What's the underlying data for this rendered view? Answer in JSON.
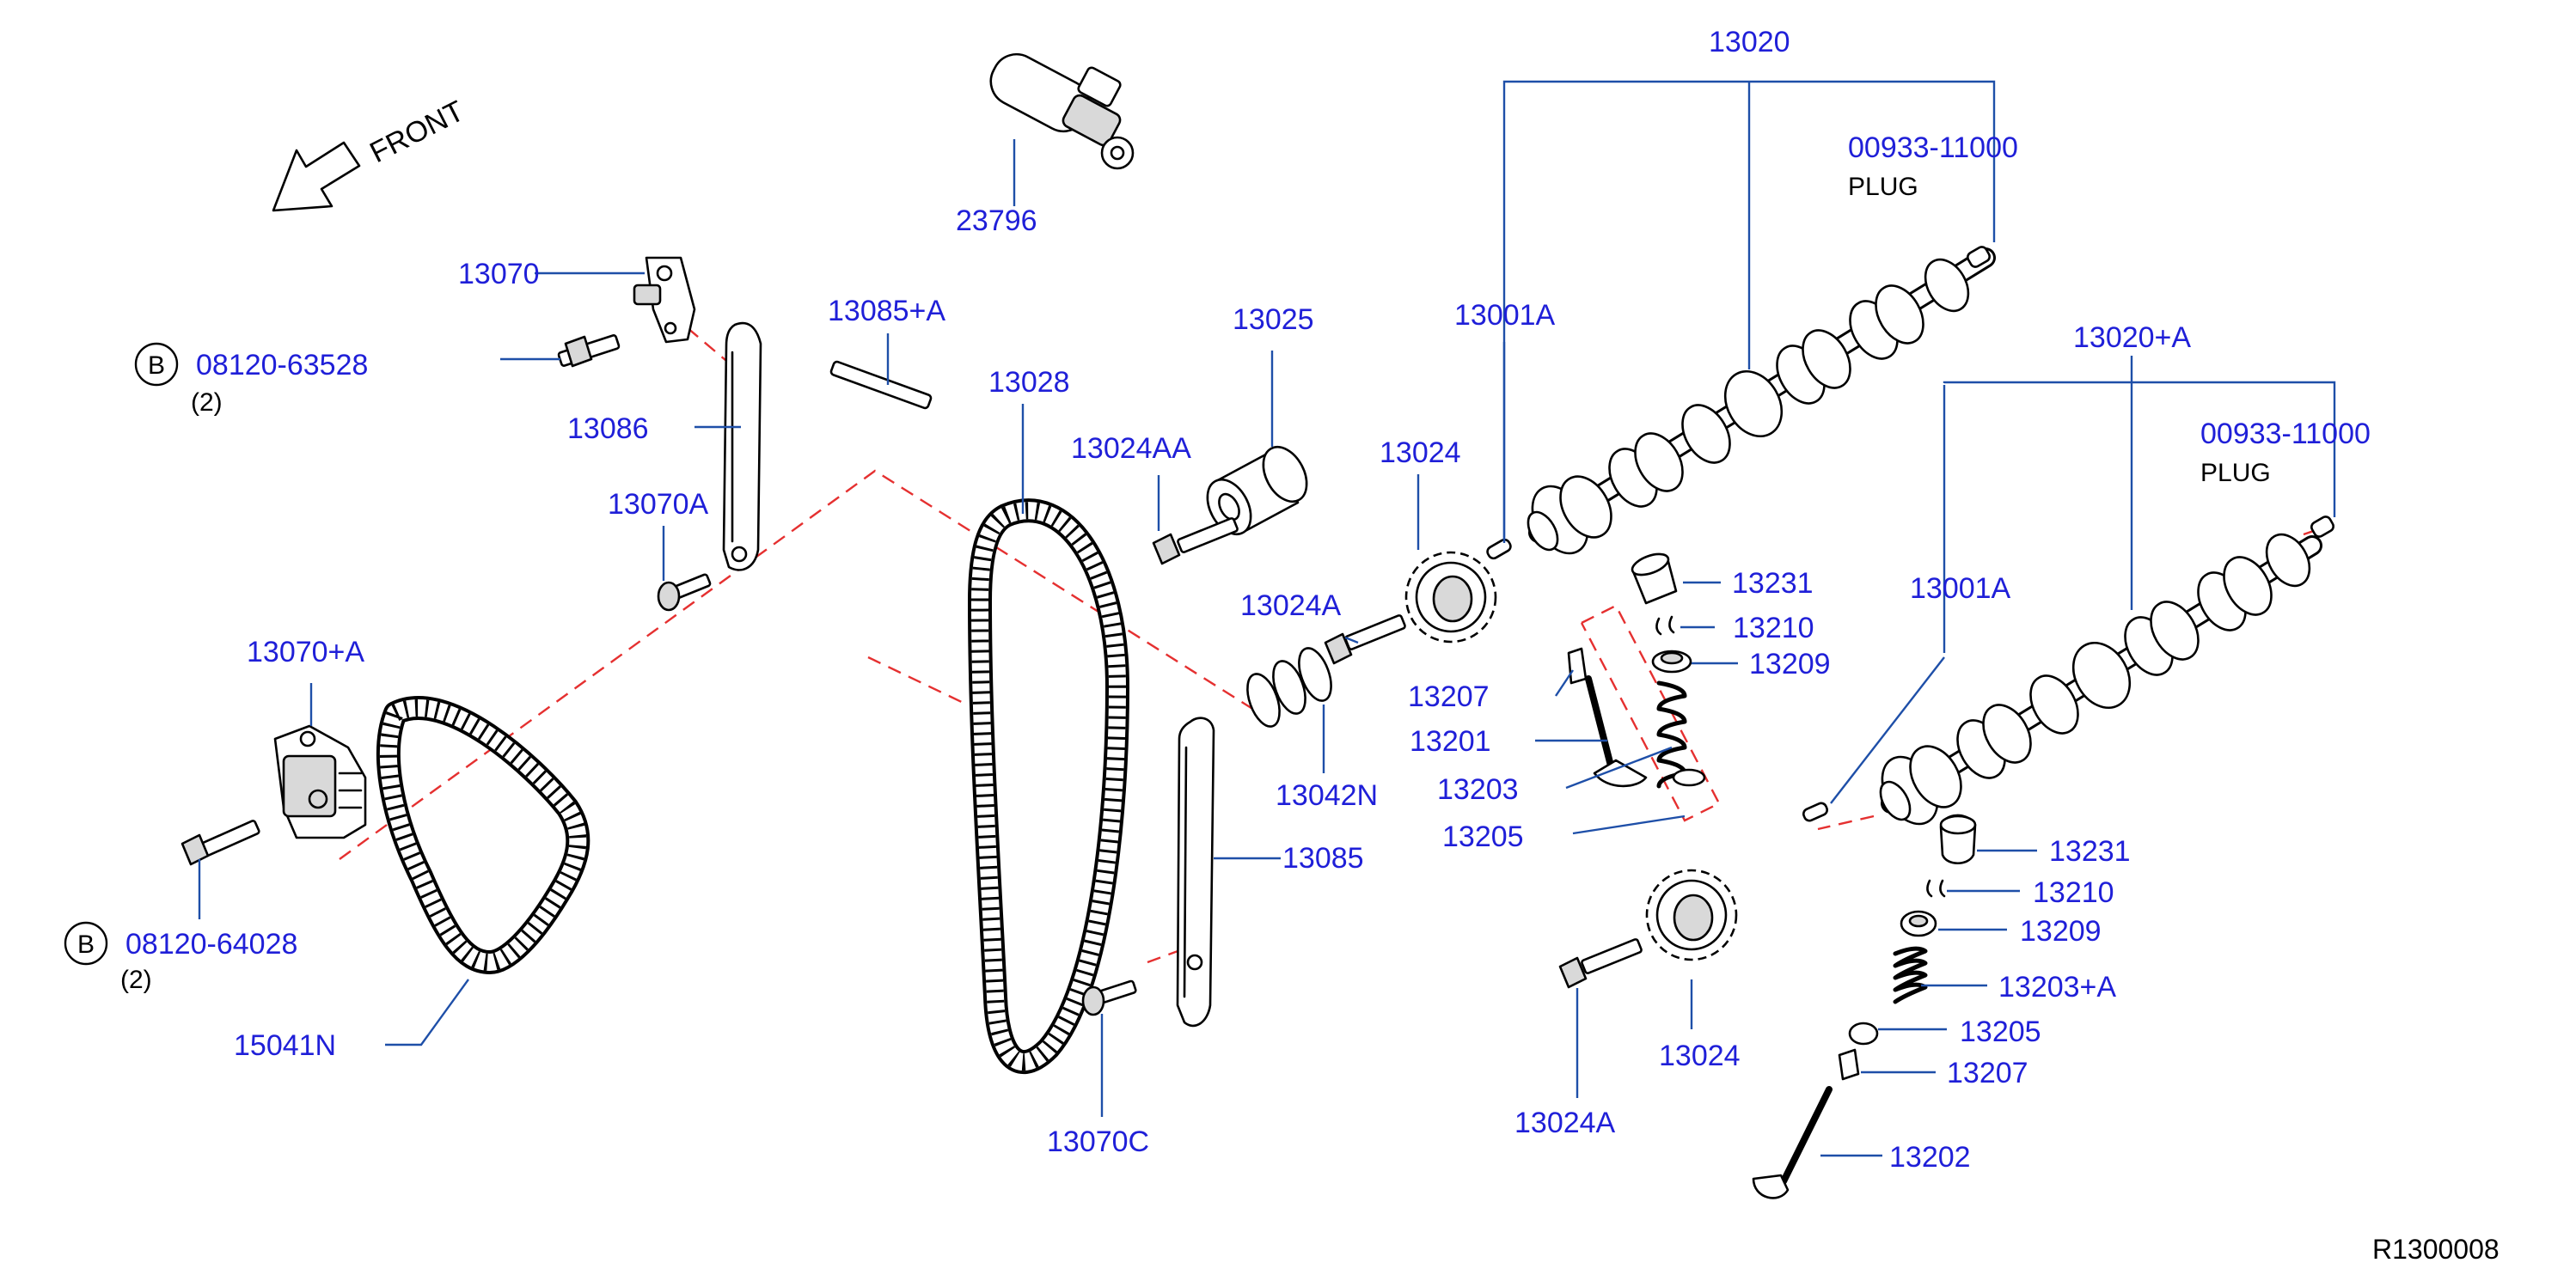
{
  "drawing_id": "R1300008",
  "direction_label": "FRONT",
  "bolt_marker": "B",
  "plug_label": "PLUG",
  "parts": {
    "p23796": "23796",
    "p13070": "13070",
    "b08120_63528": "08120-63528",
    "qty_top": "(2)",
    "p13086": "13086",
    "p13085A": "13085+A",
    "p13070A": "13070A",
    "p13028": "13028",
    "p13025": "13025",
    "p13024AA": "13024AA",
    "p13024_upper": "13024",
    "p13001A_upper": "13001A",
    "p13020": "13020",
    "p00933_upper": "00933-11000",
    "p13024A_upper": "13024A",
    "p13042N": "13042N",
    "p13070plusA": "13070+A",
    "b08120_64028": "08120-64028",
    "qty_bottom": "(2)",
    "p15041N": "15041N",
    "p13085": "13085",
    "p13070C": "13070C",
    "p13231_upper": "13231",
    "p13210_upper": "13210",
    "p13209_upper": "13209",
    "p13207_upper": "13207",
    "p13201": "13201",
    "p13203": "13203",
    "p13205_upper": "13205",
    "p13020A": "13020+A",
    "p00933_lower": "00933-11000",
    "p13001A_lower": "13001A",
    "p13231_lower": "13231",
    "p13210_lower": "13210",
    "p13209_lower": "13209",
    "p13203A": "13203+A",
    "p13205_lower": "13205",
    "p13207_lower": "13207",
    "p13202": "13202",
    "p13024_lower": "13024",
    "p13024A_lower": "13024A"
  }
}
